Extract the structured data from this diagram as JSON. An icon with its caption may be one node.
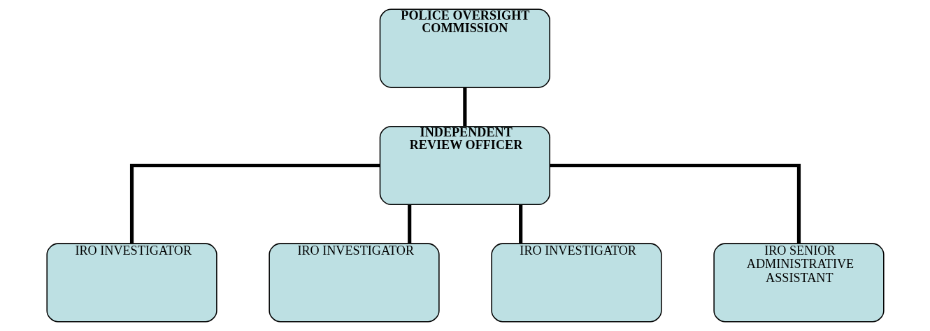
{
  "diagram": {
    "nodes": [
      {
        "text": [
          "POLICE OVERSIGHT COMMISSION"
        ]
      },
      {
        "text": [
          "INDEPENDENT REVIEW OFFICER"
        ]
      },
      {
        "text": [
          "IRO INVESTIGATOR"
        ]
      },
      {
        "text": [
          "IRO INVESTIGATOR"
        ]
      },
      {
        "text": [
          "IRO INVESTIGATOR"
        ]
      },
      {
        "text": [
          "IRO SENIOR ADMINISTRATIVE ASSISTANT"
        ]
      }
    ],
    "edges": [
      {
        "from": 0,
        "to": 1,
        "arrow": "none"
      },
      {
        "from": 1,
        "to": 2,
        "arrow": "none"
      },
      {
        "from": 1,
        "to": 3,
        "arrow": "none"
      },
      {
        "from": 1,
        "to": 4,
        "arrow": "none"
      },
      {
        "from": 1,
        "to": 5,
        "arrow": "none"
      }
    ]
  }
}
